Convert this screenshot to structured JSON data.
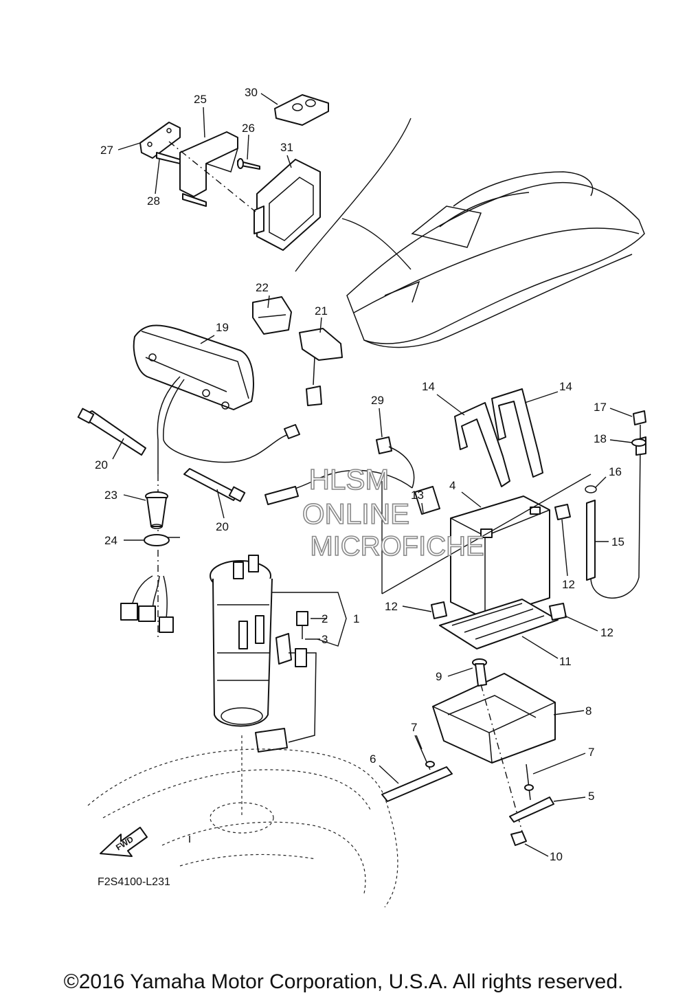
{
  "watermark": {
    "line1": "HLSM",
    "line2": "ONLINE",
    "line3": "MICROFICHE"
  },
  "figure_code": "F2S4100-L231",
  "fwd_label": "FWD",
  "copyright": "©2016 Yamaha Motor Corporation, U.S.A. All rights reserved.",
  "callouts": {
    "c1": "1",
    "c2": "2",
    "c3": "3",
    "c4": "4",
    "c5": "5",
    "c6": "6",
    "c7a": "7",
    "c7b": "7",
    "c8": "8",
    "c9": "9",
    "c10": "10",
    "c11": "11",
    "c12a": "12",
    "c12b": "12",
    "c12c": "12",
    "c13": "13",
    "c14a": "14",
    "c14b": "14",
    "c15": "15",
    "c16": "16",
    "c17": "17",
    "c18": "18",
    "c19": "19",
    "c20a": "20",
    "c20b": "20",
    "c21": "21",
    "c22": "22",
    "c23": "23",
    "c24": "24",
    "c25": "25",
    "c26": "26",
    "c27": "27",
    "c28": "28",
    "c29": "29",
    "c30": "30",
    "c31": "31"
  }
}
